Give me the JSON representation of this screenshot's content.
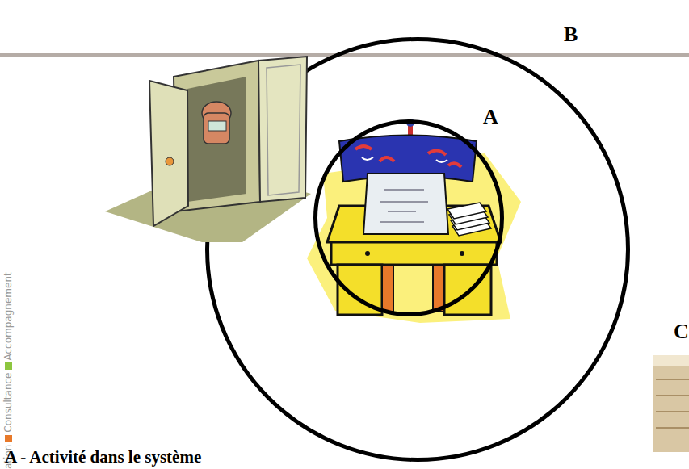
{
  "diagram": {
    "nodes": [
      {
        "text": [
          "B"
        ]
      },
      {
        "text": [
          "A"
        ],
        "in": 0
      }
    ],
    "labels": [
      "C",
      "A - Activité dans le système",
      "ation",
      "Consultance",
      "Accompagnement"
    ]
  }
}
